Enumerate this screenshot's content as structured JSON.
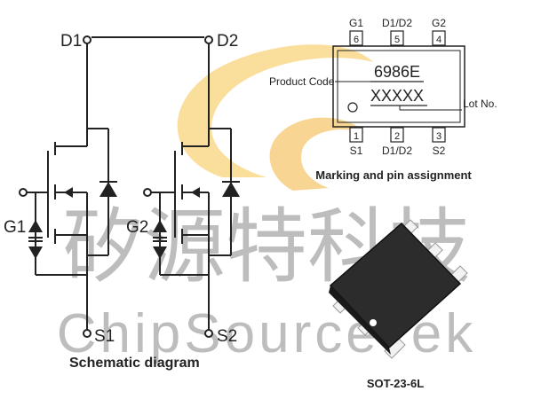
{
  "watermark": {
    "cjk": "矽源特科技",
    "latin": "ChipSourceTek"
  },
  "schematic": {
    "pins": {
      "d1": "D1",
      "d2": "D2",
      "g1": "G1",
      "g2": "G2",
      "s1": "S1",
      "s2": "S2"
    },
    "caption": "Schematic diagram"
  },
  "marking": {
    "top_pins": [
      {
        "name": "G1",
        "number": "6"
      },
      {
        "name": "D1/D2",
        "number": "5"
      },
      {
        "name": "G2",
        "number": "4"
      }
    ],
    "bottom_pins": [
      {
        "name": "S1",
        "number": "1"
      },
      {
        "name": "D1/D2",
        "number": "2"
      },
      {
        "name": "S2",
        "number": "3"
      }
    ],
    "product_code": "6986E",
    "lot_code": "XXXXX",
    "product_code_label": "Product Code",
    "lot_label": "Lot No.",
    "caption": "Marking and pin assignment"
  },
  "package": {
    "caption": "SOT-23-6L"
  },
  "colors": {
    "line": "#222222",
    "logo_yellow": "#f6c54a",
    "watermark_gray": "#a8a8a8"
  }
}
